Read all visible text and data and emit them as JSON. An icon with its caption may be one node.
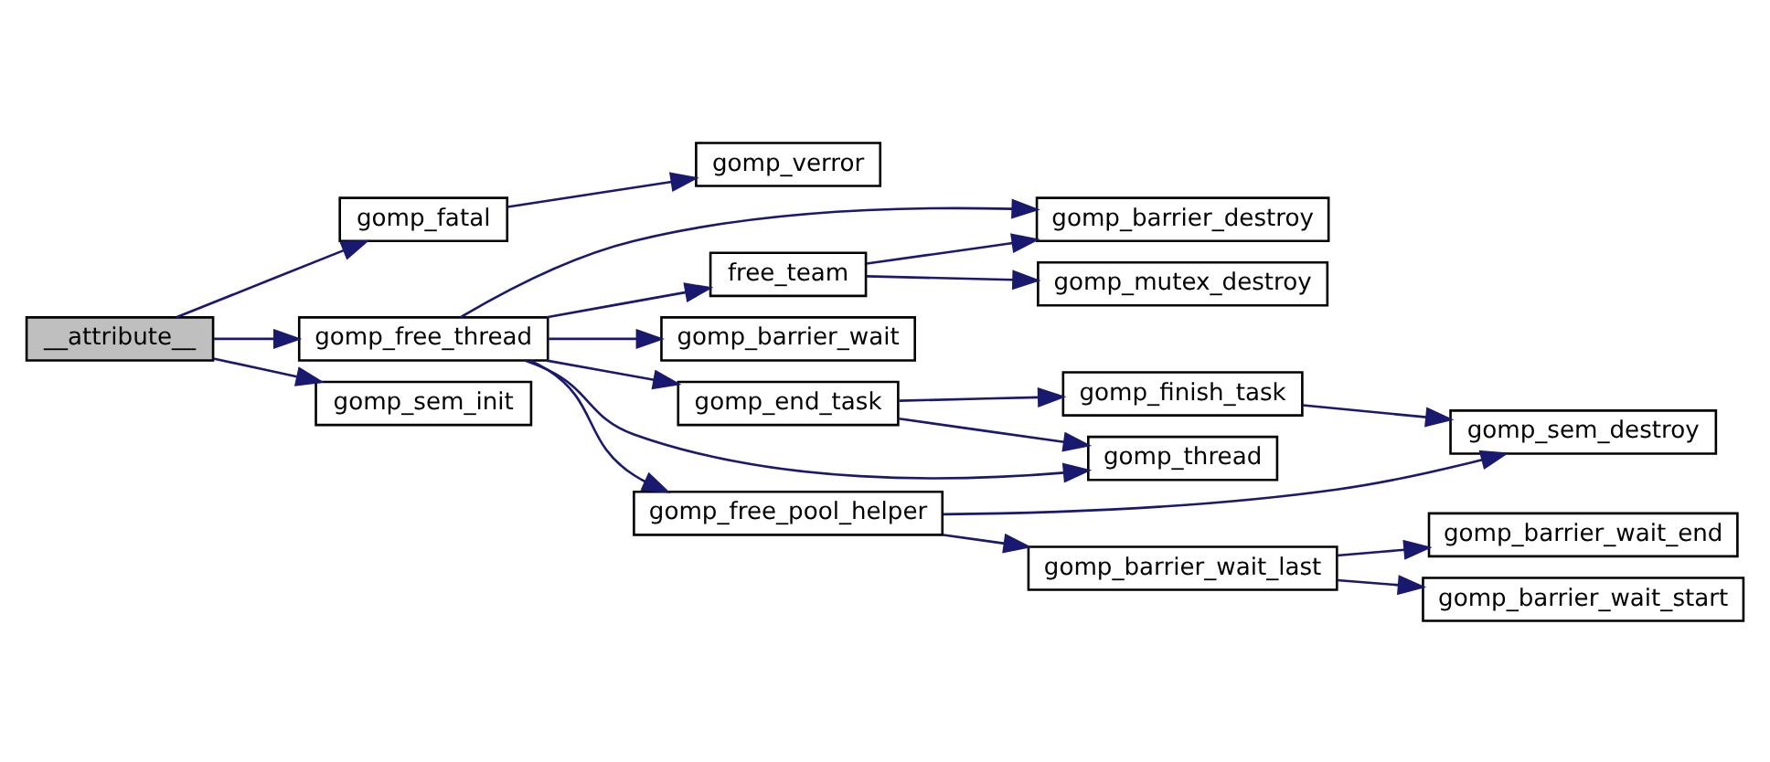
{
  "diagram": {
    "nodes": [
      {
        "text": [
          "__attribute__"
        ]
      },
      {
        "text": [
          "gomp_fatal"
        ]
      },
      {
        "text": [
          "gomp_verror"
        ]
      },
      {
        "text": [
          "gomp_free_thread"
        ]
      },
      {
        "text": [
          "gomp_sem_init"
        ]
      },
      {
        "text": [
          "gomp_barrier_destroy"
        ]
      },
      {
        "text": [
          "free_team"
        ]
      },
      {
        "text": [
          "gomp_mutex_destroy"
        ]
      },
      {
        "text": [
          "gomp_barrier_wait"
        ]
      },
      {
        "text": [
          "gomp_end_task"
        ]
      },
      {
        "text": [
          "gomp_finish_task"
        ]
      },
      {
        "text": [
          "gomp_thread"
        ]
      },
      {
        "text": [
          "gomp_sem_destroy"
        ]
      },
      {
        "text": [
          "gomp_free_pool_helper"
        ]
      },
      {
        "text": [
          "gomp_barrier_wait_last"
        ]
      },
      {
        "text": [
          "gomp_barrier_wait_end"
        ]
      },
      {
        "text": [
          "gomp_barrier_wait_start"
        ]
      }
    ],
    "edges": [
      {
        "from": 0,
        "to": 1,
        "arrow": "to",
        "color": "#191970"
      },
      {
        "from": 0,
        "to": 3,
        "arrow": "to",
        "color": "#191970"
      },
      {
        "from": 0,
        "to": 4,
        "arrow": "to",
        "color": "#191970"
      },
      {
        "from": 1,
        "to": 2,
        "arrow": "to",
        "color": "#191970"
      },
      {
        "from": 3,
        "to": 5,
        "arrow": "to",
        "color": "#191970"
      },
      {
        "from": 3,
        "to": 6,
        "arrow": "to",
        "color": "#191970"
      },
      {
        "from": 3,
        "to": 8,
        "arrow": "to",
        "color": "#191970"
      },
      {
        "from": 3,
        "to": 9,
        "arrow": "to",
        "color": "#191970"
      },
      {
        "from": 3,
        "to": 11,
        "arrow": "to",
        "color": "#191970"
      },
      {
        "from": 3,
        "to": 13,
        "arrow": "to",
        "color": "#191970"
      },
      {
        "from": 6,
        "to": 5,
        "arrow": "to",
        "color": "#191970"
      },
      {
        "from": 6,
        "to": 7,
        "arrow": "to",
        "color": "#191970"
      },
      {
        "from": 9,
        "to": 10,
        "arrow": "to",
        "color": "#191970"
      },
      {
        "from": 9,
        "to": 11,
        "arrow": "to",
        "color": "#191970"
      },
      {
        "from": 10,
        "to": 12,
        "arrow": "to",
        "color": "#191970"
      },
      {
        "from": 13,
        "to": 12,
        "arrow": "to",
        "color": "#191970"
      },
      {
        "from": 13,
        "to": 14,
        "arrow": "to",
        "color": "#191970"
      },
      {
        "from": 14,
        "to": 15,
        "arrow": "to",
        "color": "#191970"
      },
      {
        "from": 14,
        "to": 16,
        "arrow": "to",
        "color": "#191970"
      }
    ]
  }
}
